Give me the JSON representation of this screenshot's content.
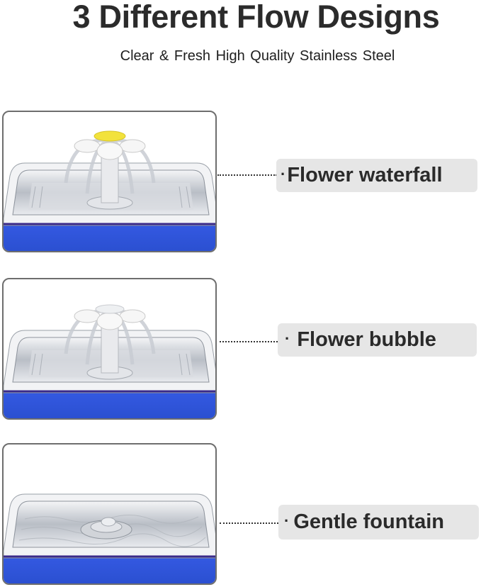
{
  "header": {
    "title": "3 Different Flow Designs",
    "subtitle": "Clear & Fresh High Quality Stainless Steel"
  },
  "designs": [
    {
      "label": "Flower waterfall",
      "bullet": "·",
      "image": "fountain-flower-waterfall-illustration",
      "cap_color": "#f3e23a"
    },
    {
      "label": "Flower bubble",
      "bullet": "·",
      "image": "fountain-flower-bubble-illustration",
      "cap_color": "#f4f4f4"
    },
    {
      "label": "Gentle fountain",
      "bullet": "·",
      "image": "fountain-gentle-illustration"
    }
  ],
  "colors": {
    "base_blue": "#2f55d4",
    "steel": "#c9cdd3",
    "label_bg": "#e6e6e6",
    "text": "#2a2a2a"
  }
}
